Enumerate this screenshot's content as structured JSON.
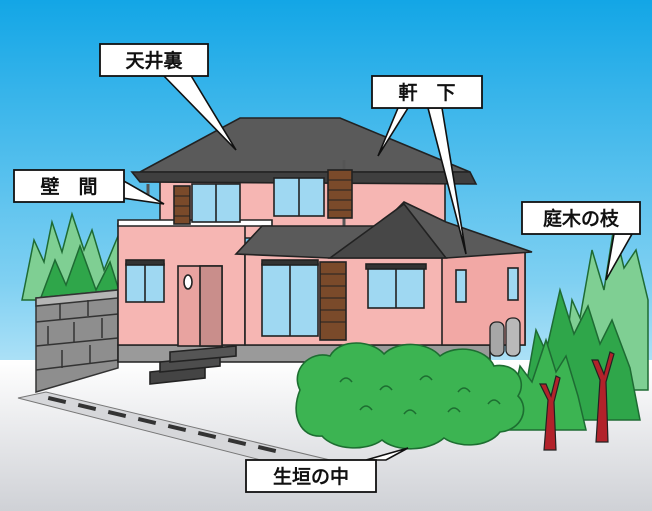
{
  "labels": {
    "attic": "天井裏",
    "eaves": "軒　下",
    "wall_gap": "壁　間",
    "tree_branch": "庭木の枝",
    "hedge_inside": "生垣の中"
  },
  "colors": {
    "sky_top": "#13a6e6",
    "sky_bottom": "#ffffff",
    "ground": "#dcdde0",
    "house_wall": "#f6b6b3",
    "roof": "#5a5a5a",
    "window_glass": "#9fd8f2",
    "shutter": "#7a4a2a",
    "tree_light": "#7fcf93",
    "tree_dark": "#2fa64a",
    "hedge": "#3cb452",
    "trunk": "#b2222a",
    "stone_wall": "#8e8e8e",
    "label_bg": "#ffffff"
  }
}
